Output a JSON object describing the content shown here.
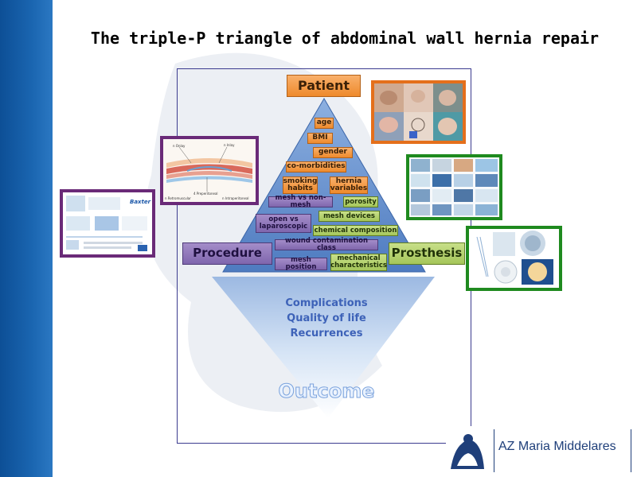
{
  "slide": {
    "title": "The triple-P triangle of abdominal wall hernia repair"
  },
  "diagram": {
    "patient_label": "Patient",
    "procedure_label": "Procedure",
    "prosthesis_label": "Prosthesis",
    "patient_factors": {
      "age": "age",
      "bmi": "BMI",
      "gender": "gender",
      "comorbidities": "co-morbidities",
      "smoking": "smoking habits",
      "hernia_variables": "hernia variables"
    },
    "procedure_factors": {
      "mesh_vs_nonmesh": "mesh vs non-mesh",
      "open_vs_lap": "open vs laparoscopic",
      "wound_contamination": "wound contamination class",
      "mesh_position": "mesh position"
    },
    "prosthesis_factors": {
      "porosity": "porosity",
      "mesh_devices": "mesh devices",
      "chemical_composition": "chemical composition",
      "mechanical_characteristics": "mechanical characteristics"
    },
    "outcomes": {
      "complications": "Complications",
      "quality_of_life": "Quality of life",
      "recurrences": "Recurrences",
      "outcome_label": "Outcome"
    }
  },
  "thumbnails": {
    "anatomy": {
      "labels": {
        "onlay_left": "n Onlay",
        "inlay": "n Inlay",
        "peritoneal": "4 Preperitoneal",
        "retromuscular": "n Retromuscular",
        "intraperitoneal": "n Intraperitoneal"
      }
    },
    "brochure": {
      "brand": "Baxter"
    }
  },
  "logo": {
    "name": "AZ Maria Middelares"
  },
  "colors": {
    "band": "#1a65b0",
    "triangle": "#5b87c7",
    "patient": "#ee8a2c",
    "procedure": "#7f66ad",
    "prosthesis": "#a5c65a",
    "outcome_text": "#3d62b8"
  }
}
